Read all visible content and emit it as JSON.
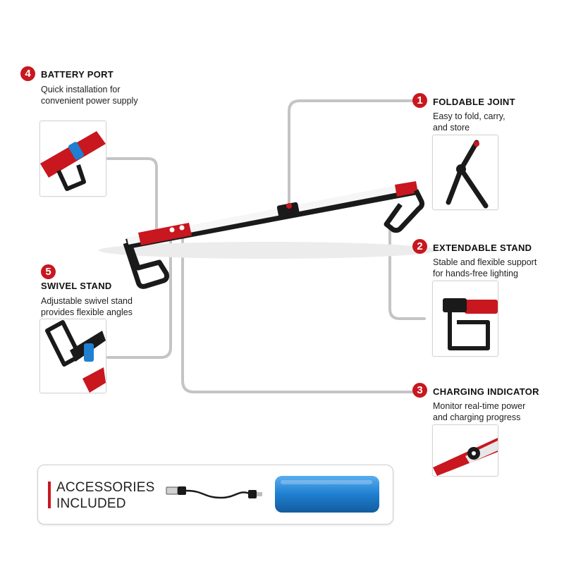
{
  "features": [
    {
      "number": "1",
      "title": "FOLDABLE JOINT",
      "lines": [
        "Easy to fold, carry,",
        "and store"
      ],
      "thumb_icon": "folded-joint-closeup"
    },
    {
      "number": "2",
      "title": "EXTENDABLE STAND",
      "lines": [
        "Stable and flexible support",
        "for hands-free lighting"
      ],
      "thumb_icon": "stand-closeup"
    },
    {
      "number": "3",
      "title": "CHARGING INDICATOR",
      "lines": [
        "Monitor real-time power",
        "and charging progress"
      ],
      "thumb_icon": "indicator-closeup"
    },
    {
      "number": "4",
      "title": "BATTERY PORT",
      "lines": [
        "Quick installation for",
        "convenient power supply"
      ],
      "thumb_icon": "battery-port-closeup"
    },
    {
      "number": "5",
      "title": "SWIVEL STAND",
      "lines": [
        "Adjustable swivel stand",
        "provides flexible angles"
      ],
      "thumb_icon": "swivel-stand-closeup"
    }
  ],
  "accessories": {
    "line1": "ACCESSORIES",
    "line2": "INCLUDED",
    "items": [
      "usb-cable-icon",
      "battery-icon"
    ]
  },
  "colors": {
    "accent": "#c8171f",
    "callout_line": "#c4c4c4",
    "battery_blue": "#1f7fd0",
    "frame_black": "#1a1a1a"
  }
}
